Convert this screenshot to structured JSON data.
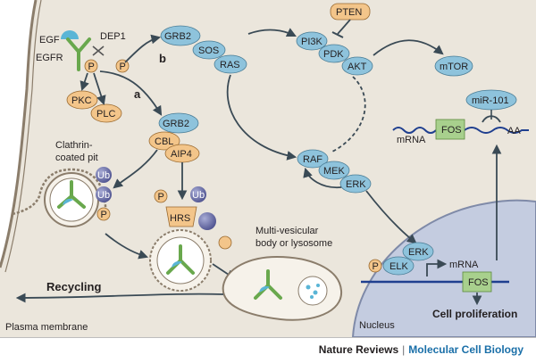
{
  "colors": {
    "cytoplasm": "#ebe6dc",
    "nucleus": "#c4cce0",
    "blue_node": "#8ec3dc",
    "orange_node": "#f3c58a",
    "receptor_green": "#69a84d",
    "ub_purple": "#6f73a8",
    "pten_orange": "#f3c58a",
    "fos_green": "#a8d08d"
  },
  "labels": {
    "egf": "EGF",
    "egfr": "EGFR",
    "dep1": "DEP1",
    "p": "P",
    "pkc": "PKC",
    "plc": "PLC",
    "a": "a",
    "b": "b",
    "grb2": "GRB2",
    "sos": "SOS",
    "ras": "RAS",
    "pten": "PTEN",
    "pi3k": "PI3K",
    "pdk": "PDK",
    "akt": "AKT",
    "mtor": "mTOR",
    "cbl": "CBL",
    "aip4": "AIP4",
    "ub": "Ub",
    "hrs": "HRS",
    "clathrin": "Clathrin-",
    "coated_pit": "coated pit",
    "raf": "RAF",
    "mek": "MEK",
    "erk": "ERK",
    "mir101": "miR-101",
    "fos": "FOS",
    "mrna": "mRNA",
    "aa": "AA",
    "elk": "ELK",
    "mvb1": "Multi-vesicular",
    "mvb2": "body or lysosome",
    "recycling": "Recycling",
    "plasma_membrane": "Plasma membrane",
    "nucleus": "Nucleus",
    "cell_proliferation": "Cell proliferation"
  },
  "footer": {
    "journal": "Nature Reviews",
    "separator": "|",
    "subjournal": "Molecular Cell Biology"
  }
}
